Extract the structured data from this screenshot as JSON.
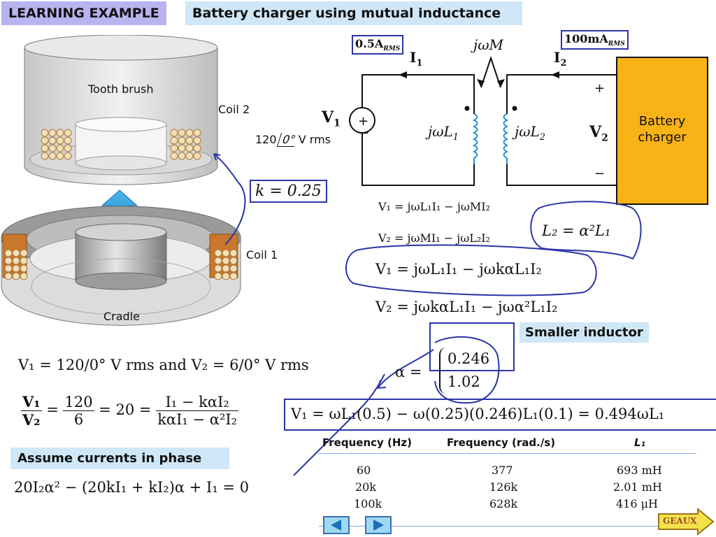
{
  "header": {
    "title": "LEARNING EXAMPLE",
    "subtitle": "Battery charger using mutual inductance"
  },
  "figure": {
    "top_label": "Tooth brush",
    "coil2_label": "Coil 2",
    "coil1_label": "Coil 1",
    "bottom_label": "Cradle",
    "k_value": "k = 0.25"
  },
  "circuit": {
    "i1_box": "0.5A",
    "i1_box_sub": "RMS",
    "i2_box": "100mA",
    "i2_box_sub": "RMS",
    "i1_label": "I",
    "i1_sub": "1",
    "i2_label": "I",
    "i2_sub": "2",
    "mutual_label": "jωM",
    "v1_label": "V",
    "v1_sub": "1",
    "source_value": "120",
    "source_angle": "0°",
    "source_unit": "V rms",
    "l1_label": "jωL",
    "l1_sub": "1",
    "l2_label": "jωL",
    "l2_sub": "2",
    "v2_label": "V",
    "v2_sub": "2",
    "plus": "+",
    "minus": "−",
    "load_line1": "Battery",
    "load_line2": "charger"
  },
  "equations": {
    "eq1": "V₁ = jωL₁I₁ − jωMI₂",
    "eq2": "V₂ = jωMI₁ − jωL₂I₂",
    "eq_l2": "L₂ = α²L₁",
    "eq3": "V₁ = jωL₁I₁ − jωkαL₁I₂",
    "eq4": "V₂ = jωkαL₁I₁ − jωα²L₁I₂",
    "voltages": "V₁ = 120/0° V rms and V₂ = 6/0° V rms",
    "ratio_num_left": "V₁",
    "ratio_den_left": "V₂",
    "ratio_num_mid": "120",
    "ratio_den_mid": "6",
    "ratio_eq20": "= 20 =",
    "ratio_num_right": "I₁ − kαI₂",
    "ratio_den_right": "kαI₁ − α²I₂",
    "quadratic": "20I₂α² − (20kI₁ + kI₂)α + I₁ = 0",
    "alpha_label": "α =",
    "alpha_value1": "0.246",
    "alpha_value2": "1.02",
    "v1_result": "V₁ = ωL₁(0.5) − ω(0.25)(0.246)L₁(0.1) = 0.494ωL₁"
  },
  "callouts": {
    "smaller_inductor": "Smaller inductor",
    "assume_phase": "Assume currents in phase"
  },
  "table": {
    "headers": [
      "Frequency (Hz)",
      "Frequency (rad./s)",
      "L₁"
    ],
    "rows": [
      [
        "60",
        "377",
        "693 mH"
      ],
      [
        "20k",
        "126k",
        "2.01 mH"
      ],
      [
        "100k",
        "628k",
        "416 μH"
      ]
    ]
  },
  "nav": {
    "geaux_label": "GEAUX"
  },
  "colors": {
    "title_bg": "#b9b3f0",
    "subtitle_bg": "#cfe7f7",
    "annotation_blue": "#2b35a6",
    "coil_blue": "#2a8fd6",
    "load_fill": "#f9b316",
    "geaux_fill": "#f4e24a"
  }
}
